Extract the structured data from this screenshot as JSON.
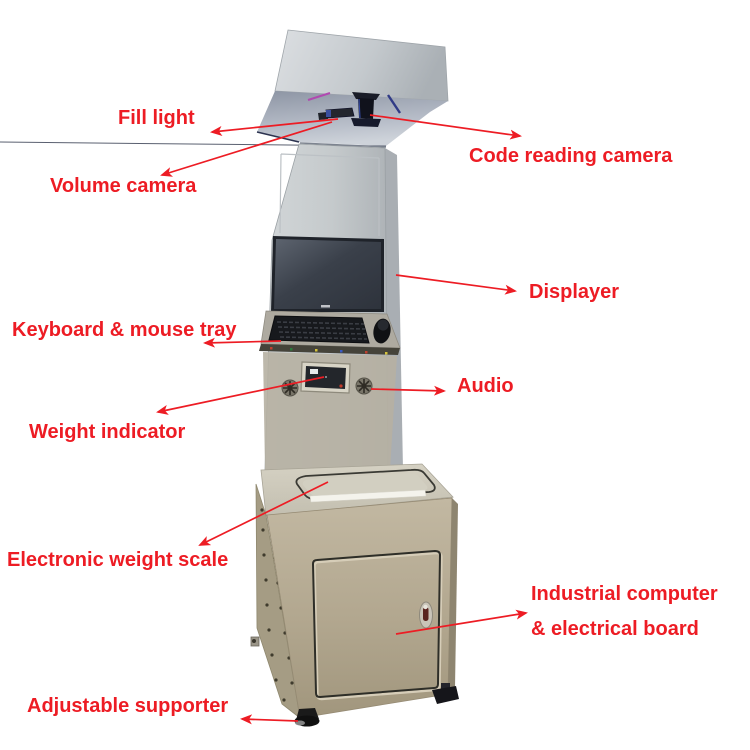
{
  "figure": {
    "kind": "annotated-product-diagram",
    "annotation_color": "#ed1c24",
    "background_color": "#ffffff"
  },
  "annotations": [
    {
      "id": "fill-light",
      "label": "Fill light"
    },
    {
      "id": "volume-camera",
      "label": "Volume camera"
    },
    {
      "id": "code-reading-camera",
      "label": "Code reading camera"
    },
    {
      "id": "displayer",
      "label": "Displayer"
    },
    {
      "id": "keyboard-mouse-tray",
      "label": "Keyboard & mouse tray"
    },
    {
      "id": "audio",
      "label": "Audio"
    },
    {
      "id": "weight-indicator",
      "label": "Weight indicator"
    },
    {
      "id": "electronic-weight-scale",
      "label": "Electronic weight scale"
    },
    {
      "id": "industrial-computer-electrical-board",
      "label": "Industrial computer & electrical board",
      "lines": [
        "Industrial computer",
        "& electrical board"
      ]
    },
    {
      "id": "adjustable-supporter",
      "label": "Adjustable supporter"
    }
  ],
  "machine": {
    "parts": [
      "hood-canopy",
      "fill-light-bar",
      "code-reading-camera",
      "volume-camera",
      "display-screen",
      "keyboard",
      "mouse",
      "keyboard-mouse-tray",
      "weight-indicator-panel",
      "speaker-left",
      "speaker-right",
      "weighing-platform",
      "cabinet",
      "cabinet-door",
      "door-handle",
      "perforated-side-panel",
      "adjustable-foot-left",
      "adjustable-foot-right"
    ]
  }
}
